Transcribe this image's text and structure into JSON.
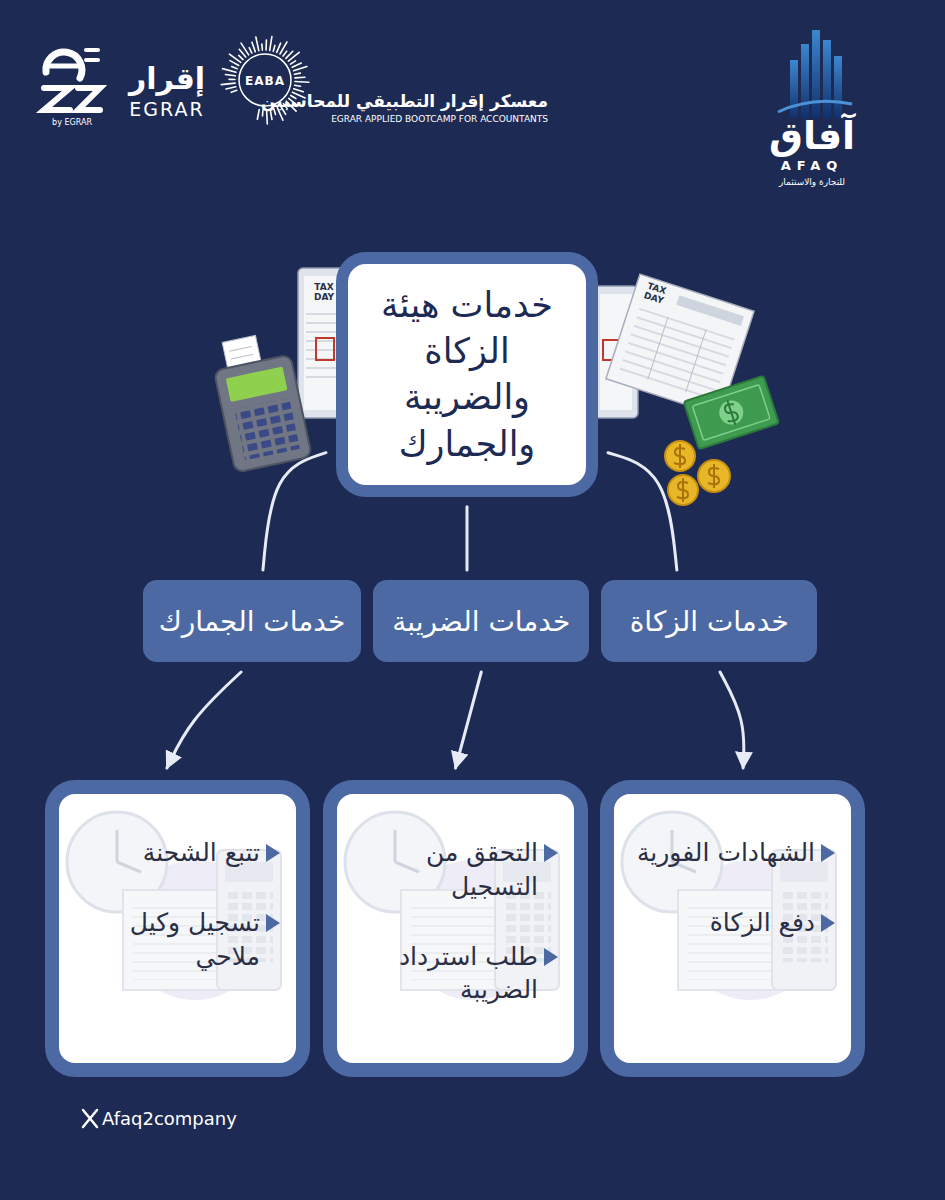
{
  "diagram": {
    "nodes": [
      {
        "text": [
          "خدمات هيئة الزكاة والضريبة والجمارك"
        ]
      },
      {
        "text": [
          "خدمات الزكاة"
        ]
      },
      {
        "text": [
          "خدمات الضريبة"
        ]
      },
      {
        "text": [
          "خدمات الجمارك"
        ]
      },
      {
        "text": [
          "الشهادات الفورية",
          "دفع الزكاة"
        ]
      },
      {
        "text": [
          "التحقق من التسجيل",
          "طلب استرداد الضريبة"
        ]
      },
      {
        "text": [
          "تتبع الشحنة",
          "تسجيل وكيل ملاحي"
        ]
      }
    ],
    "edges": [
      {
        "from": 0,
        "to": 1,
        "arrow": "none"
      },
      {
        "from": 0,
        "to": 2,
        "arrow": "none"
      },
      {
        "from": 0,
        "to": 3,
        "arrow": "none"
      },
      {
        "from": 1,
        "to": 4,
        "arrow": "to"
      },
      {
        "from": 2,
        "to": 5,
        "arrow": "to"
      },
      {
        "from": 3,
        "to": 6,
        "arrow": "to"
      }
    ],
    "labels": [
      "إقرار",
      "EGRAR",
      "by EGRAR",
      "EABA",
      "معسكر إقرار التطبيقي للمحاسبين",
      "EGRAR APPLIED BOOTCAMP FOR ACCOUNTANTS",
      "آفاق",
      "AFAQ",
      "للتجارة والاستثمار",
      "TAX DAY",
      "TAX DAY",
      "Afaq2company"
    ]
  }
}
